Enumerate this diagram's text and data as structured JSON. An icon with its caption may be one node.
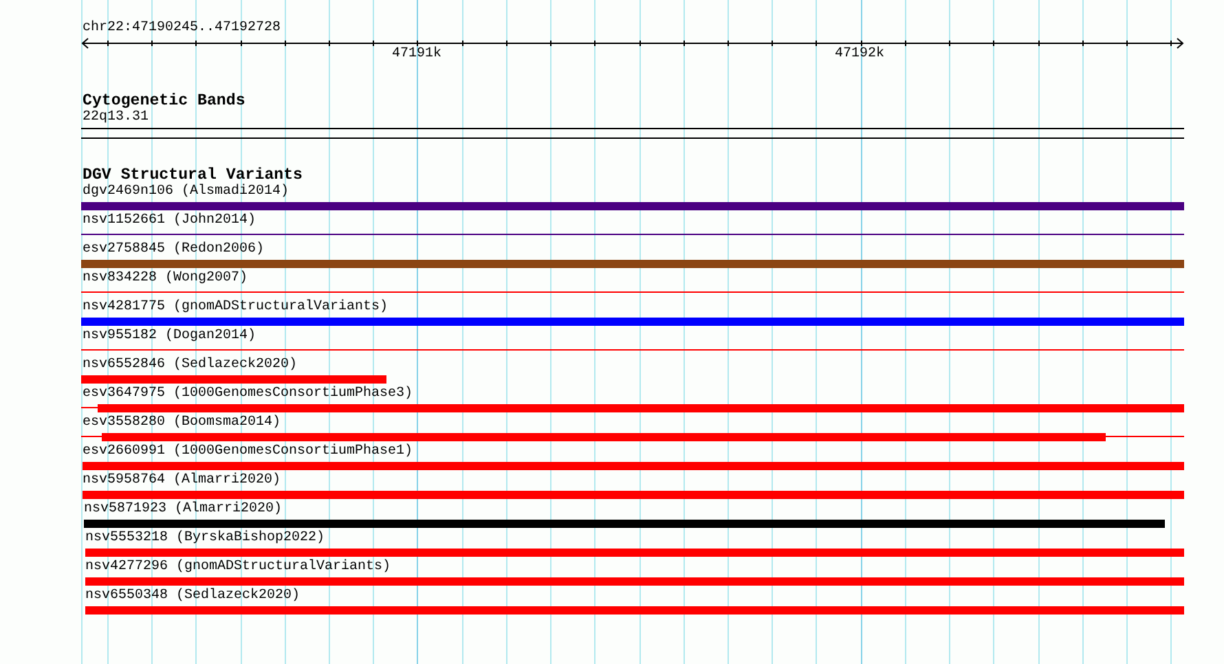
{
  "diagram": {
    "nodes": [
      {
        "text": [
          "22q13.31"
        ]
      },
      {
        "text": [
          "dgv2469n106 (Alsmadi2014)"
        ]
      },
      {
        "text": [
          "nsv1152661 (John2014)"
        ]
      },
      {
        "text": [
          "esv2758845 (Redon2006)"
        ]
      },
      {
        "text": [
          "nsv834228 (Wong2007)"
        ]
      },
      {
        "text": [
          "nsv4281775 (gnomADStructuralVariants)"
        ]
      },
      {
        "text": [
          "nsv955182 (Dogan2014)"
        ]
      },
      {
        "text": [
          "nsv6552846 (Sedlazeck2020)"
        ]
      },
      {
        "text": [
          "esv3647975 (1000GenomesConsortiumPhase3)"
        ]
      },
      {
        "text": [
          "esv3558280 (Boomsma2014)"
        ]
      },
      {
        "text": [
          "esv2660991 (1000GenomesConsortiumPhase1)"
        ]
      },
      {
        "text": [
          "nsv5958764 (Almarri2020)"
        ]
      },
      {
        "text": [
          "nsv5871923 (Almarri2020)"
        ]
      },
      {
        "text": [
          "nsv5553218 (ByrskaBishop2022)"
        ]
      },
      {
        "text": [
          "nsv4277296 (gnomADStructuralVariants)"
        ]
      },
      {
        "text": [
          "nsv6550348 (Sedlazeck2020)"
        ]
      }
    ],
    "labels": [
      "chr22:47190245..47192728",
      "47191k",
      "47192k",
      "Cytogenetic Bands",
      "DGV Structural Variants"
    ]
  }
}
